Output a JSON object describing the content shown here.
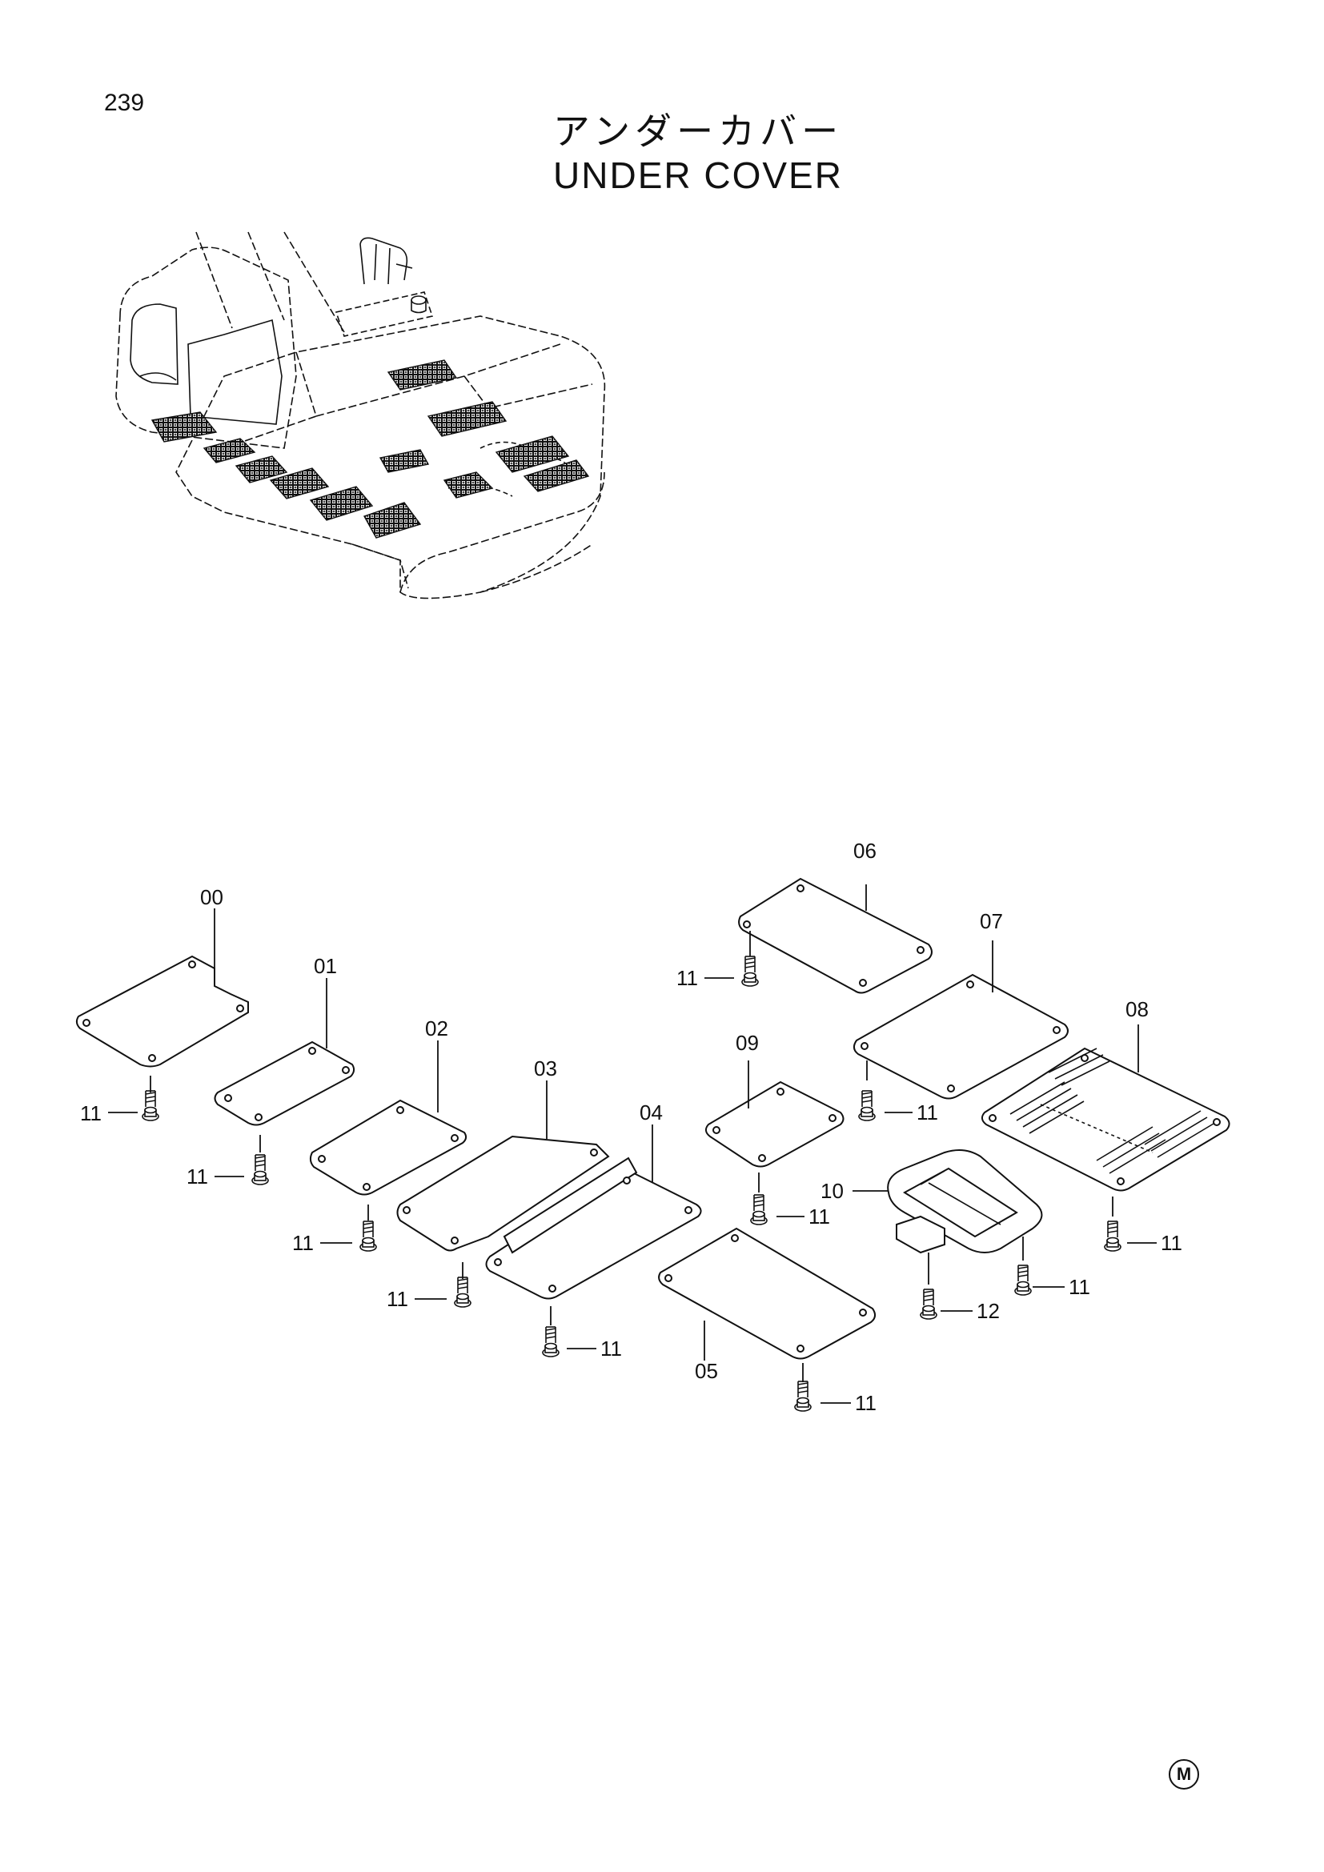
{
  "page_number": "239",
  "title_jp": "アンダーカバー",
  "title_en": "UNDER COVER",
  "corner_mark": "M",
  "parts": {
    "p00": "00",
    "p01": "01",
    "p02": "02",
    "p03": "03",
    "p04": "04",
    "p05": "05",
    "p06": "06",
    "p07": "07",
    "p08": "08",
    "p09": "09",
    "p10": "10",
    "p11": "11",
    "p12": "12"
  }
}
